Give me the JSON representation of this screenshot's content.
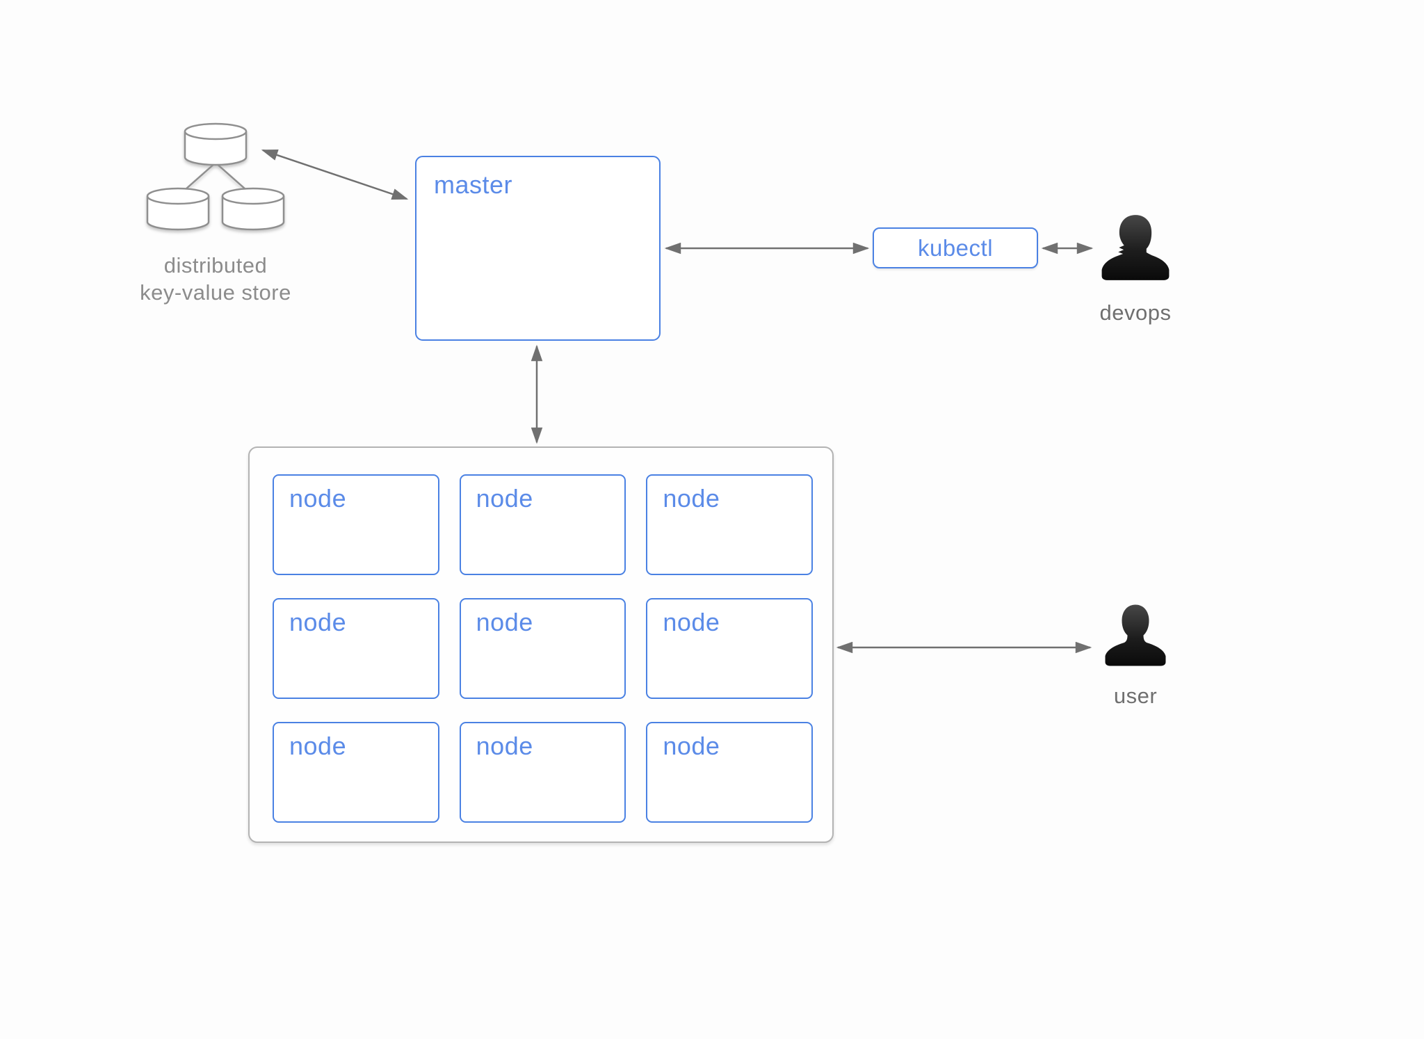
{
  "diagram": {
    "etcd": {
      "icon": "database-cluster-icon",
      "label_lines": [
        "distributed",
        "key-value store"
      ]
    },
    "master": {
      "label": "master"
    },
    "kubectl": {
      "label": "kubectl"
    },
    "devops": {
      "icon": "female-person-icon",
      "label": "devops"
    },
    "user": {
      "icon": "male-person-icon",
      "label": "user"
    },
    "node_cluster": {
      "nodes": [
        {
          "label": "node"
        },
        {
          "label": "node"
        },
        {
          "label": "node"
        },
        {
          "label": "node"
        },
        {
          "label": "node"
        },
        {
          "label": "node"
        },
        {
          "label": "node"
        },
        {
          "label": "node"
        },
        {
          "label": "node"
        }
      ]
    },
    "connections": [
      {
        "from": "distributed key-value store",
        "to": "master",
        "bidirectional": true
      },
      {
        "from": "master",
        "to": "kubectl",
        "bidirectional": true
      },
      {
        "from": "kubectl",
        "to": "devops",
        "bidirectional": true
      },
      {
        "from": "master",
        "to": "node cluster",
        "bidirectional": true
      },
      {
        "from": "node cluster",
        "to": "user",
        "bidirectional": true
      }
    ]
  },
  "colors": {
    "box_border_blue": "#4a81e3",
    "label_blue": "#5b8be8",
    "container_border_gray": "#b3b3b3",
    "arrow_gray": "#707070",
    "etcd_stroke_gray": "#8f8f8f",
    "muted_label_gray": "#8c8c8c",
    "person_label_gray": "#6f6f6f",
    "background": "#fdfdfd"
  }
}
